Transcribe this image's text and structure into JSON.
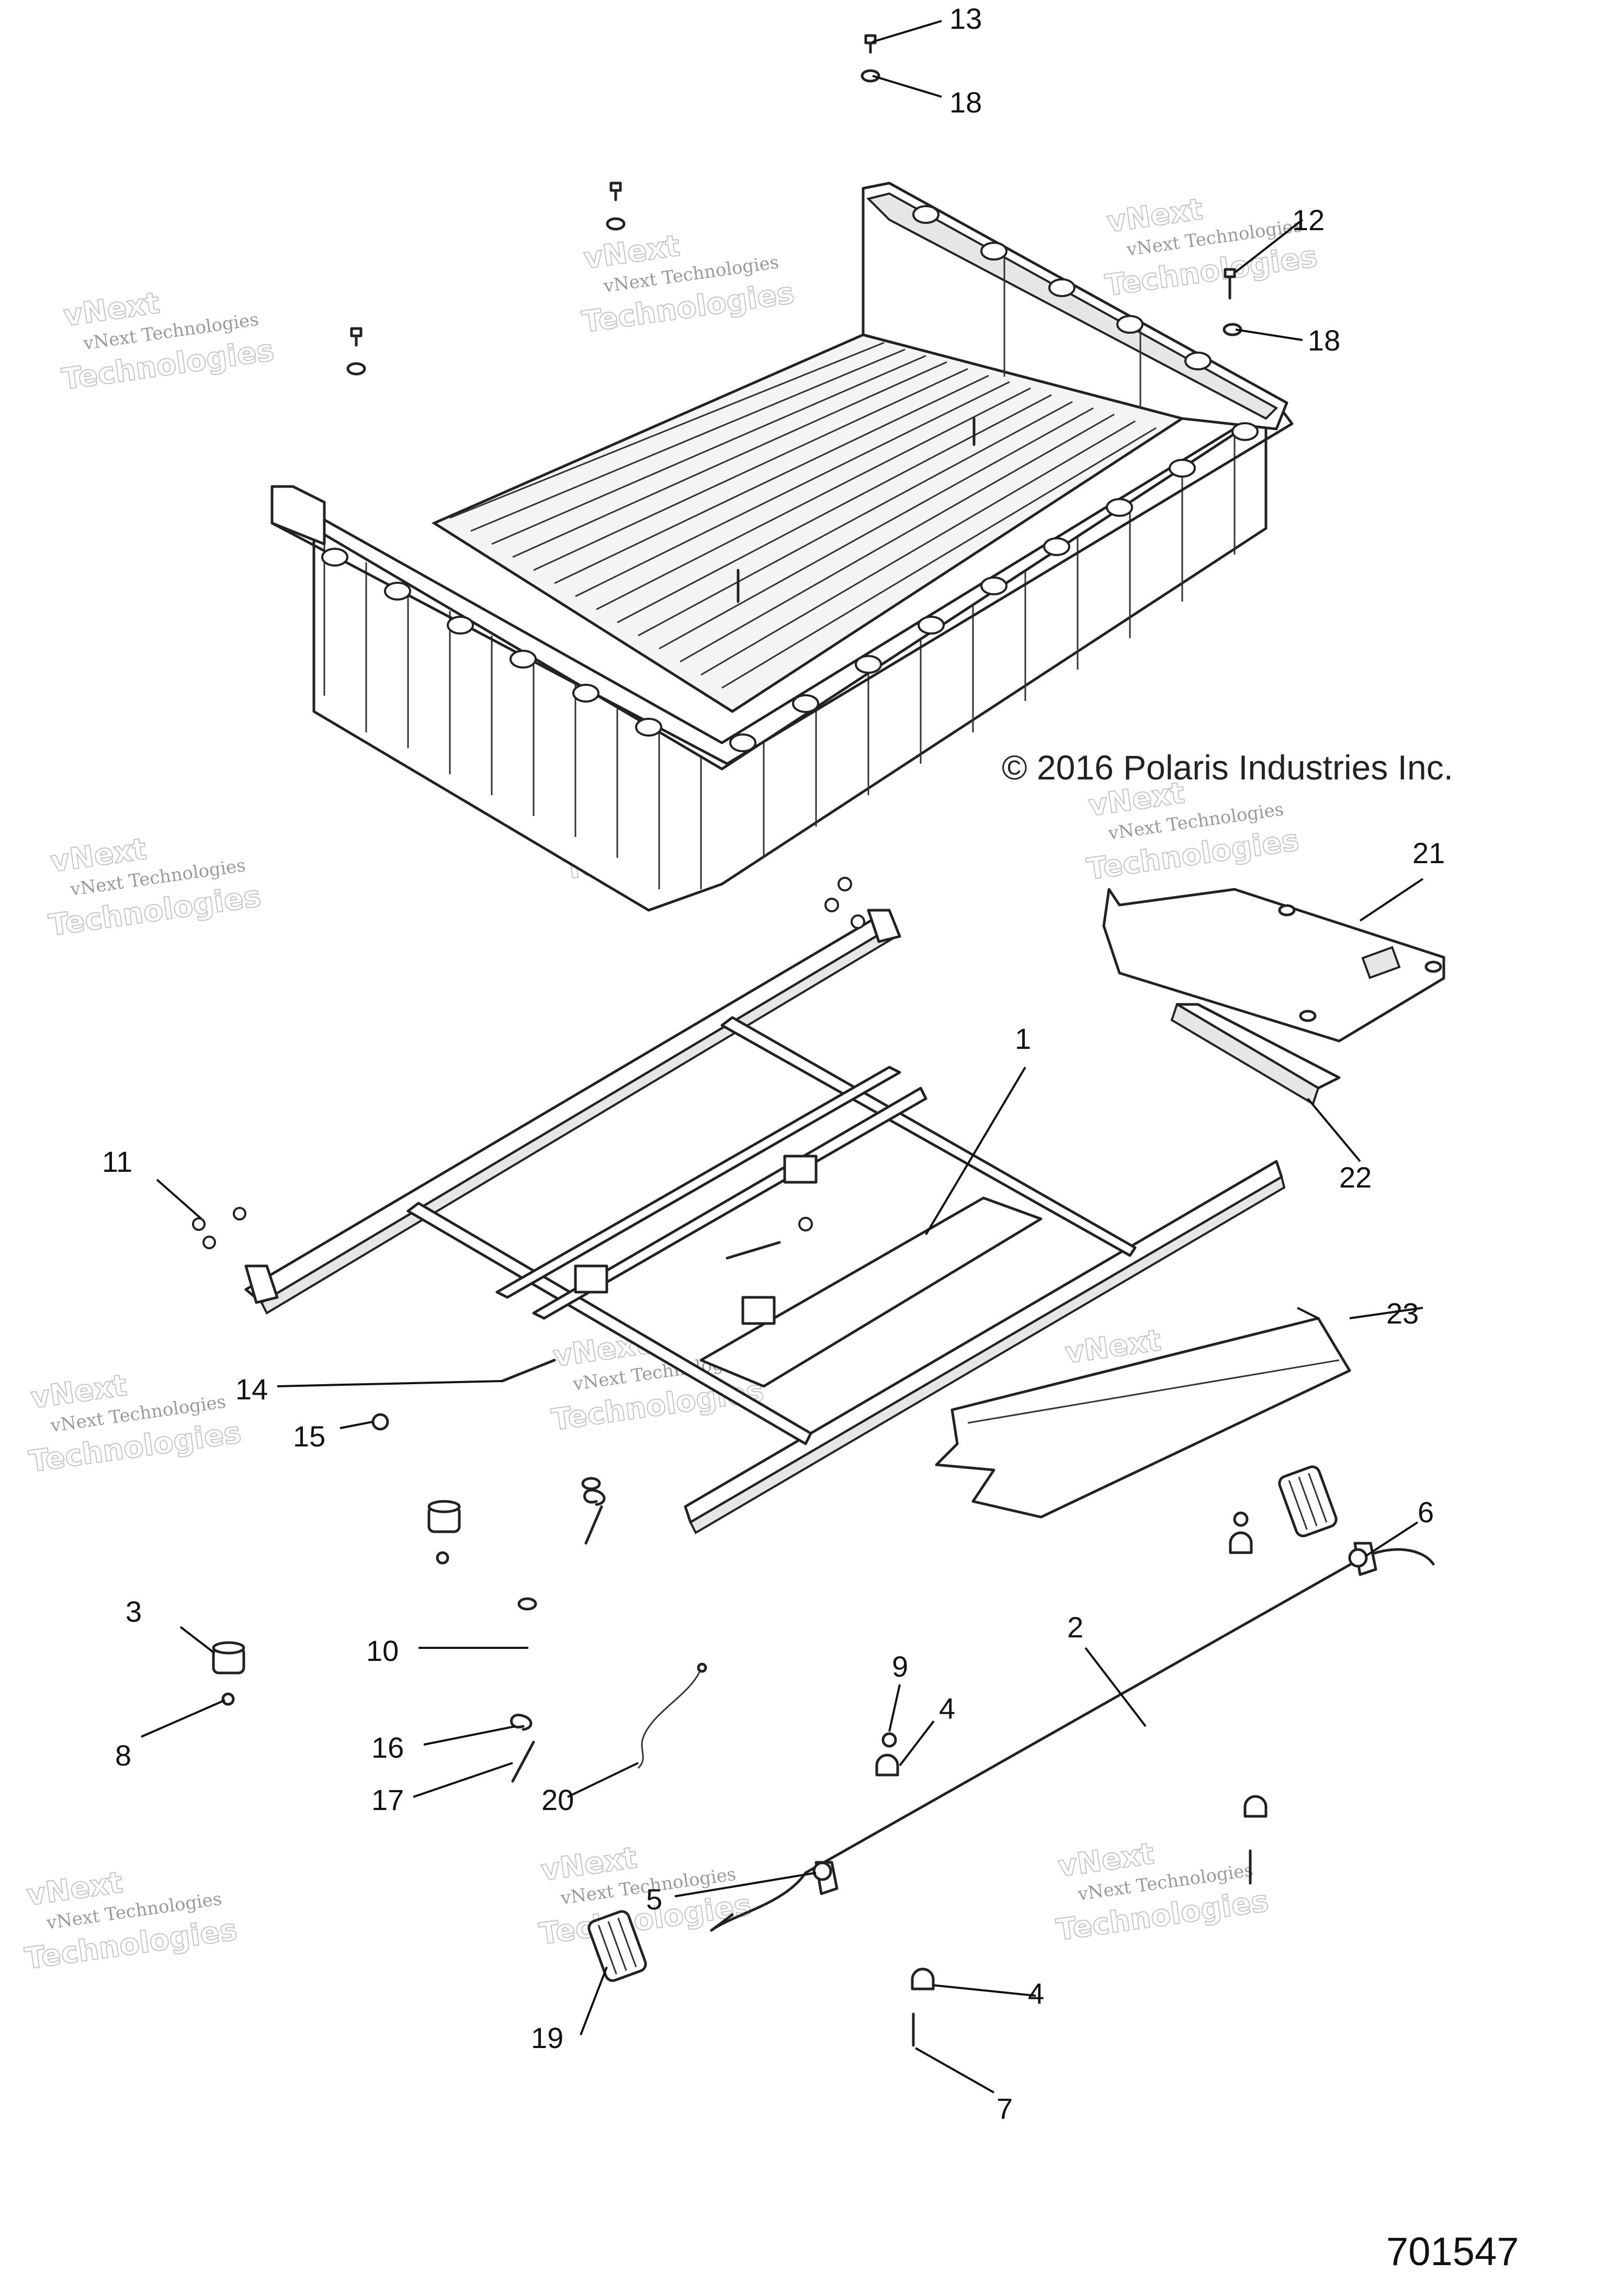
{
  "copyright": "© 2016 Polaris Industries Inc.",
  "document_number": "701547",
  "watermark": {
    "line1": "vNext Technologies",
    "line2": "vNext",
    "line3": "Technologies"
  },
  "callouts": [
    {
      "id": "13",
      "label": "13"
    },
    {
      "id": "18a",
      "label": "18"
    },
    {
      "id": "12",
      "label": "12"
    },
    {
      "id": "18b",
      "label": "18"
    },
    {
      "id": "21",
      "label": "21"
    },
    {
      "id": "1",
      "label": "1"
    },
    {
      "id": "22",
      "label": "22"
    },
    {
      "id": "11",
      "label": "11"
    },
    {
      "id": "23",
      "label": "23"
    },
    {
      "id": "14",
      "label": "14"
    },
    {
      "id": "15",
      "label": "15"
    },
    {
      "id": "6",
      "label": "6"
    },
    {
      "id": "3",
      "label": "3"
    },
    {
      "id": "10",
      "label": "10"
    },
    {
      "id": "2",
      "label": "2"
    },
    {
      "id": "9",
      "label": "9"
    },
    {
      "id": "4a",
      "label": "4"
    },
    {
      "id": "8",
      "label": "8"
    },
    {
      "id": "16",
      "label": "16"
    },
    {
      "id": "17",
      "label": "17"
    },
    {
      "id": "20",
      "label": "20"
    },
    {
      "id": "5",
      "label": "5"
    },
    {
      "id": "4b",
      "label": "4"
    },
    {
      "id": "19",
      "label": "19"
    },
    {
      "id": "7",
      "label": "7"
    }
  ]
}
